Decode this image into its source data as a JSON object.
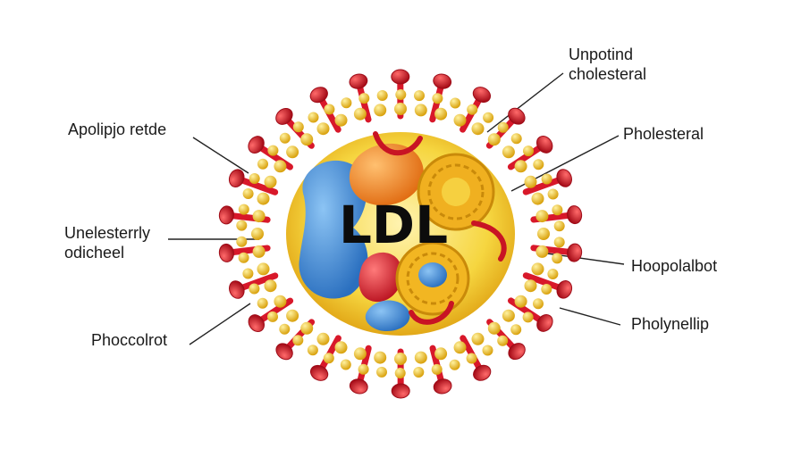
{
  "diagram": {
    "center_title": "LDL",
    "labels": {
      "top_right": [
        "Unpotind",
        "cholesteral"
      ],
      "right_1": "Pholesteral",
      "right_2": "Hoopolalbot",
      "right_3": "Pholynellip",
      "left_1": "Apolipjo retde",
      "left_2": [
        "Unelesterrly",
        "odicheel"
      ],
      "left_3": "Phoccolrot"
    },
    "colors": {
      "stalk": "#d8182a",
      "stalk_dark": "#9e0c18",
      "phospholipid": "#f2c81c",
      "core_yellow": "#f4d22c",
      "core_blue": "#3c8fd8",
      "core_orange": "#f08a1c",
      "core_red": "#e0303a",
      "leader": "#222222"
    }
  }
}
